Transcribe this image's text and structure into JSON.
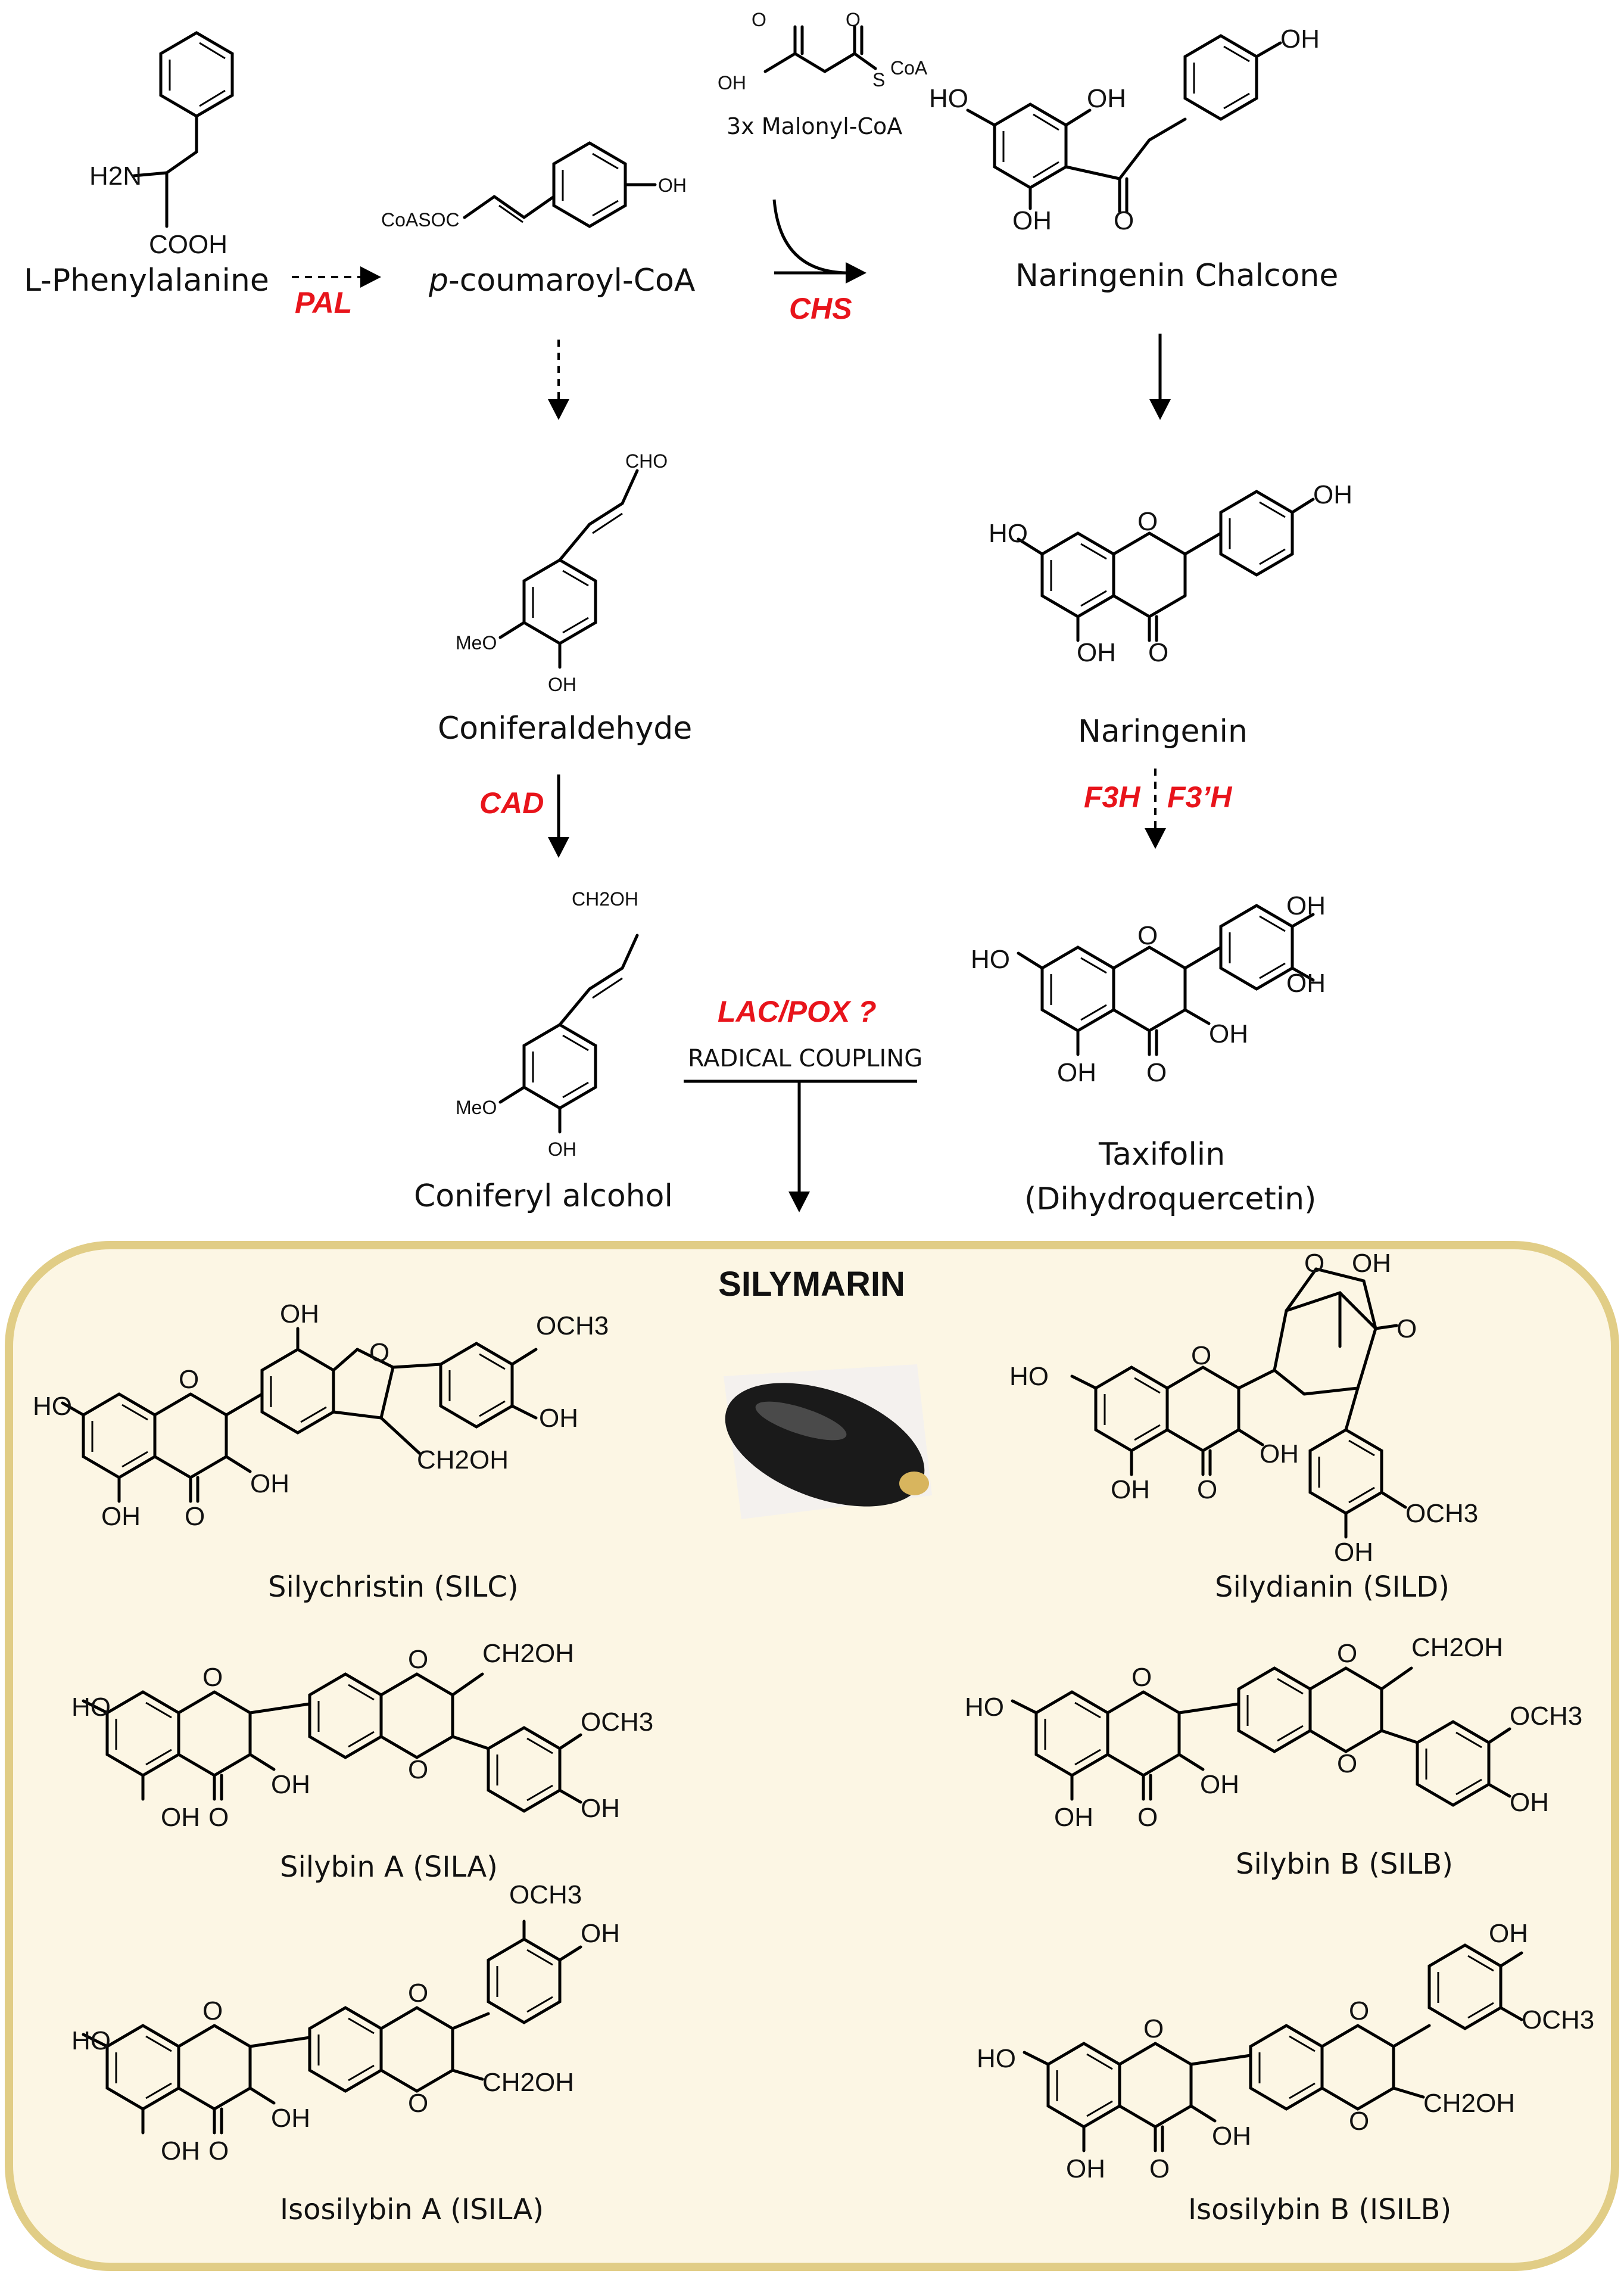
{
  "compounds": {
    "phe": "L-Phenylalanine",
    "coumaroyl": "p-coumaroyl-CoA",
    "malonyl": "3x Malonyl-CoA",
    "chalcone": "Naringenin Chalcone",
    "coniferaldehyde": "Coniferaldehyde",
    "naringenin": "Naringenin",
    "coniferyl": "Coniferyl alcohol",
    "taxifolin": "Taxifolin",
    "taxifolin_alt": "(Dihydroquercetin)"
  },
  "enzymes": {
    "pal": "PAL",
    "chs": "CHS",
    "cad": "CAD",
    "f3h": "F3H",
    "f3ph": "F3’H",
    "lac": "LAC/POX ?"
  },
  "coupling_label": "RADICAL COUPLING",
  "silymarin": {
    "title": "SILYMARIN",
    "items": [
      "Silychristin (SILC)",
      "Silydianin (SILD)",
      "Silybin A (SILA)",
      "Silybin B (SILB)",
      "Isosilybin A (ISILA)",
      "Isosilybin B (ISILB)"
    ]
  },
  "atoms": {
    "oh": "OH",
    "ho": "HO",
    "o": "O",
    "nh2": "H2N",
    "cooh": "COOH",
    "coasoc": "CoASOC",
    "cho": "CHO",
    "meo": "MeO",
    "ch2oh": "CH2OH",
    "och3": "OCH3",
    "scoa": "CoA",
    "s": "S"
  },
  "colors": {
    "enzyme": "#e8141b",
    "panel_fill": "#fcf6e4",
    "panel_stroke": "#e1cd86",
    "seed": "#1a1a1a"
  }
}
